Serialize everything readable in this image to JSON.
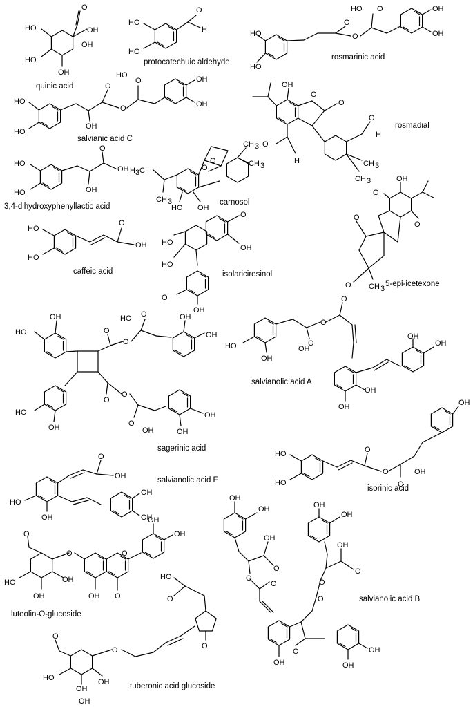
{
  "compounds": [
    {
      "id": "quinic",
      "name": "quinic acid"
    },
    {
      "id": "protocatechuic",
      "name": "protocatechuic aldehyde"
    },
    {
      "id": "rosmarinic",
      "name": "rosmarinic acid"
    },
    {
      "id": "salvianic_c",
      "name": "salvianic acid C"
    },
    {
      "id": "rosmadial",
      "name": "rosmadial"
    },
    {
      "id": "dhpla",
      "name": "3,4-dihydroxyphenyllactic acid"
    },
    {
      "id": "carnosol",
      "name": "carnosol"
    },
    {
      "id": "caffeic",
      "name": "caffeic acid"
    },
    {
      "id": "isolariciresinol",
      "name": "isolariciresinol"
    },
    {
      "id": "icetexone",
      "name": "5-epi-icetexone"
    },
    {
      "id": "sagerinic",
      "name": "sagerinic acid"
    },
    {
      "id": "salvianolic_a",
      "name": "salvianolic acid A"
    },
    {
      "id": "isorinic",
      "name": "isorinic acid"
    },
    {
      "id": "salvianolic_f",
      "name": "salvianolic acid F"
    },
    {
      "id": "luteolin",
      "name": "luteolin-O-glucoside"
    },
    {
      "id": "salvianolic_b",
      "name": "salvianolic acid B"
    },
    {
      "id": "tuberonic",
      "name": "tuberonic acid glucoside"
    }
  ],
  "atom_labels": {
    "OH": "OH",
    "HO": "HO",
    "O": "O",
    "H": "H",
    "CH3": "CH",
    "H3C": "H",
    "sub3": "3",
    "sub_C": "C"
  }
}
